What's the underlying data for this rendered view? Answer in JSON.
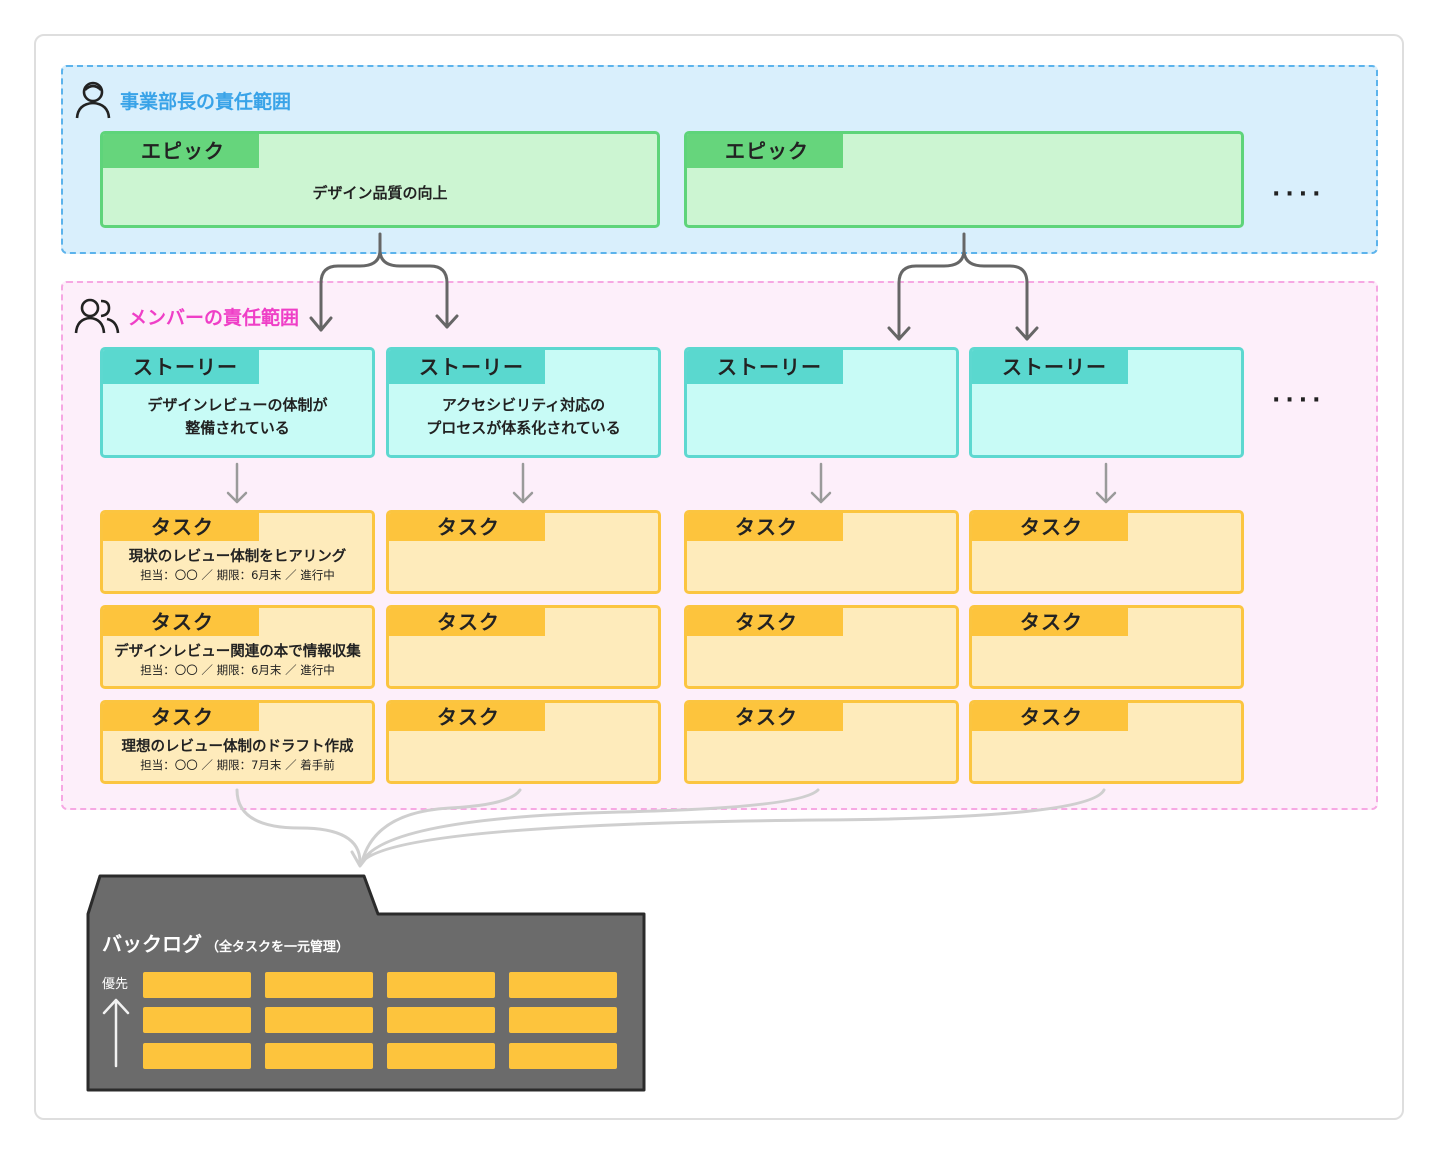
{
  "manager_zone": {
    "title": "事業部長の責任範囲",
    "color": "#39a3e8"
  },
  "member_zone": {
    "title": "メンバーの責任範囲",
    "color": "#ef3fc7"
  },
  "epics": [
    {
      "tag": "エピック",
      "text": "デザイン品質の向上"
    },
    {
      "tag": "エピック",
      "text": ""
    }
  ],
  "stories": [
    {
      "tag": "ストーリー",
      "line1": "デザインレビューの体制が",
      "line2": "整備されている"
    },
    {
      "tag": "ストーリー",
      "line1": "アクセシビリティ対応の",
      "line2": "プロセスが体系化されている"
    },
    {
      "tag": "ストーリー",
      "line1": "",
      "line2": ""
    },
    {
      "tag": "ストーリー",
      "line1": "",
      "line2": ""
    }
  ],
  "tasks": [
    [
      {
        "tag": "タスク",
        "title": "現状のレビュー体制をヒアリング",
        "sub": "担当：〇〇 ／ 期限：6月末 ／ 進行中"
      },
      {
        "tag": "タスク",
        "title": "デザインレビュー関連の本で情報収集",
        "sub": "担当：〇〇 ／ 期限：6月末 ／ 進行中"
      },
      {
        "tag": "タスク",
        "title": "理想のレビュー体制のドラフト作成",
        "sub": "担当：〇〇 ／ 期限：7月末 ／ 着手前"
      }
    ],
    [
      {
        "tag": "タスク",
        "title": "",
        "sub": ""
      },
      {
        "tag": "タスク",
        "title": "",
        "sub": ""
      },
      {
        "tag": "タスク",
        "title": "",
        "sub": ""
      }
    ],
    [
      {
        "tag": "タスク",
        "title": "",
        "sub": ""
      },
      {
        "tag": "タスク",
        "title": "",
        "sub": ""
      },
      {
        "tag": "タスク",
        "title": "",
        "sub": ""
      }
    ],
    [
      {
        "tag": "タスク",
        "title": "",
        "sub": ""
      },
      {
        "tag": "タスク",
        "title": "",
        "sub": ""
      },
      {
        "tag": "タスク",
        "title": "",
        "sub": ""
      }
    ]
  ],
  "ellipsis": "····",
  "backlog": {
    "title": "バックログ",
    "subtitle": "（全タスクを一元管理）",
    "priority_label": "優先"
  },
  "colors": {
    "epic": "#66d57c",
    "story": "#5ad8cf",
    "task": "#fdc43d",
    "backlog": "#6b6b6b"
  }
}
